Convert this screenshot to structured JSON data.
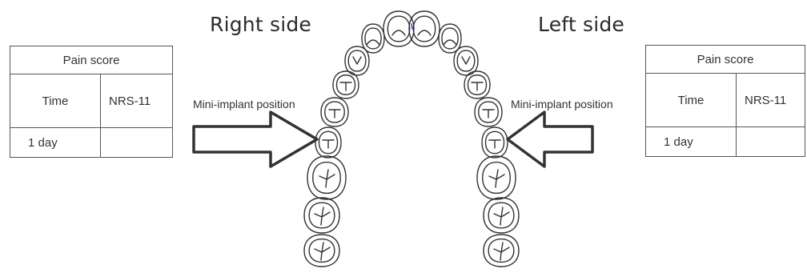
{
  "right_side": {
    "title": "Right side",
    "annotation": "Mini-implant position",
    "table": {
      "header": "Pain score",
      "columns": [
        "Time",
        "NRS-11"
      ],
      "rows": [
        [
          "1 day",
          ""
        ]
      ]
    }
  },
  "left_side": {
    "title": "Left side",
    "annotation": "Mini-implant position",
    "table": {
      "header": "Pain score",
      "columns": [
        "Time",
        "NRS-11"
      ],
      "rows": [
        [
          "1 day",
          ""
        ]
      ]
    }
  }
}
